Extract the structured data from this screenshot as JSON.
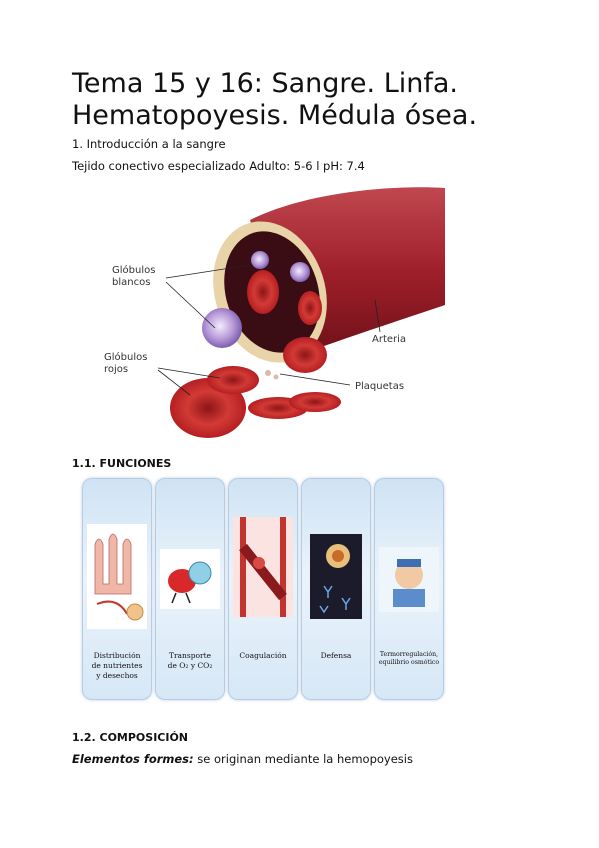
{
  "title_line1": "Tema 15 y 16: Sangre. Linfa.",
  "title_line2": "Hematopoyesis. Médula ósea.",
  "section1": "1. Introducción a la sangre",
  "section1_detail": "Tejido conectivo especializado Adulto: 5-6 l pH: 7.4",
  "figure_labels": {
    "white_cells_1": "Glóbulos",
    "white_cells_2": "blancos",
    "red_cells_1": "Glóbulos",
    "red_cells_2": "rojos",
    "artery": "Arteria",
    "platelets": "Plaquetas"
  },
  "functions_heading": "1.1. FUNCIONES",
  "functions": [
    {
      "line1": "Distribución",
      "line2": "de nutrientes",
      "line3": "y desechos"
    },
    {
      "line1": "Transporte",
      "line2": "de O₂ y CO₂",
      "line3": ""
    },
    {
      "line1": "Coagulación",
      "line2": "",
      "line3": ""
    },
    {
      "line1": "Defensa",
      "line2": "",
      "line3": ""
    },
    {
      "line1": "Termorregulación,",
      "line2": "equilibrio osmótico",
      "line3": ""
    }
  ],
  "composition_heading": "1.2. COMPOSICIÓN",
  "composition_term": "Elementos formes:",
  "composition_text": " se originan mediante la hemopoyesis"
}
